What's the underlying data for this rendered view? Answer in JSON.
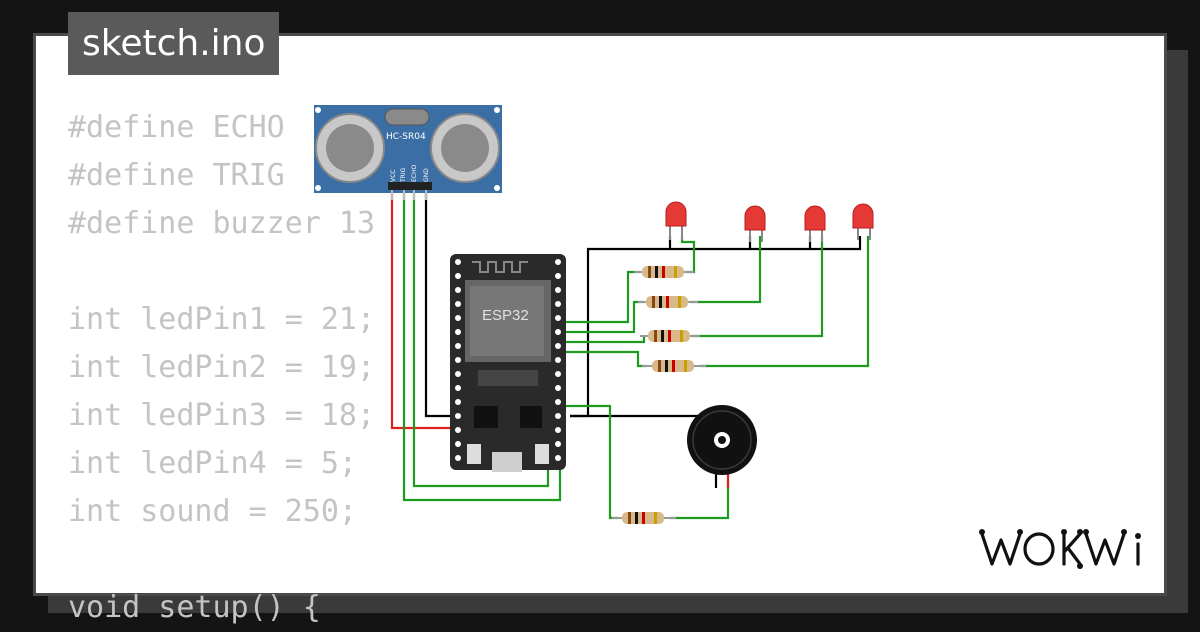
{
  "file_tab": {
    "label": "sketch.ino"
  },
  "code_lines": [
    "#define ECHO",
    "#define TRIG",
    "#define buzzer 13",
    "",
    "int ledPin1 = 21;",
    "int ledPin2 = 19;",
    "int ledPin3 = 18;",
    "int ledPin4 = 5;",
    "int sound = 250;",
    "",
    "void setup() {"
  ],
  "components": {
    "ultrasonic": {
      "label": "HC-SR04",
      "pins": [
        "VCC",
        "TRIG",
        "ECHO",
        "GND"
      ]
    },
    "mcu": {
      "label": "ESP32"
    },
    "led_count": 4,
    "resistor_count": 5,
    "buzzer": "buzzer"
  },
  "brand": {
    "logo_text": "WOKWI"
  },
  "colors": {
    "wire_green": "#1e9a1e",
    "wire_red": "#e02020",
    "wire_black": "#000000",
    "board_blue": "#3b6ea5",
    "led_red": "#e53935"
  }
}
